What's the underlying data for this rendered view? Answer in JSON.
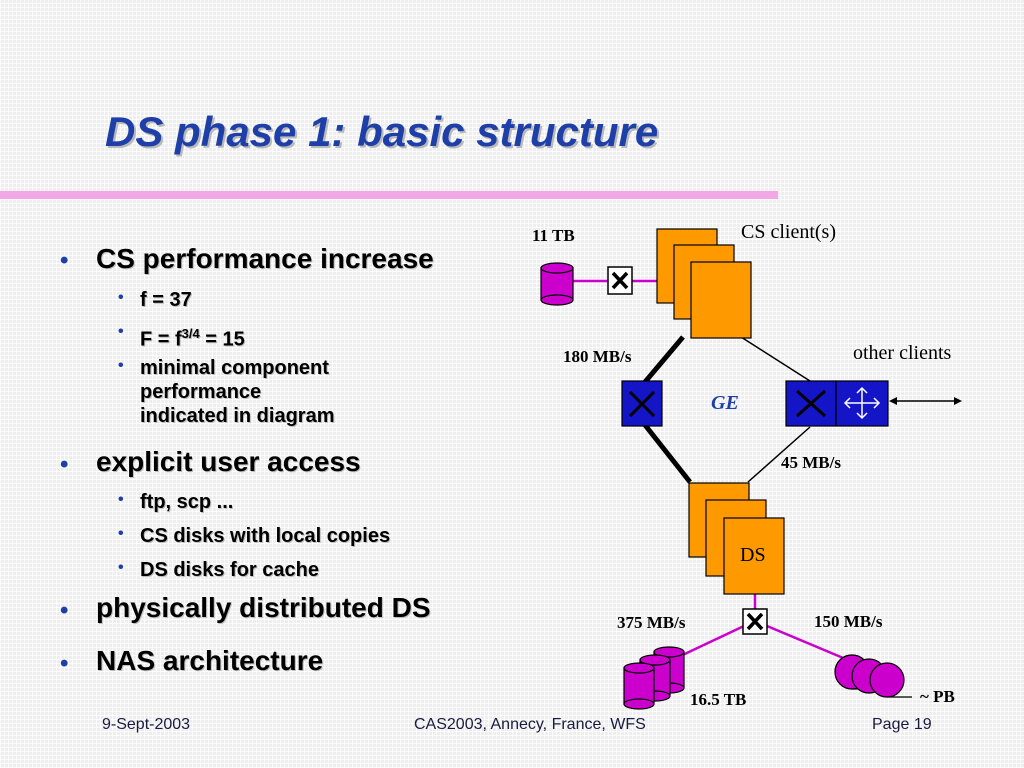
{
  "slide": {
    "title": "DS phase 1:  basic structure",
    "accent_color": "#1f3fa8",
    "rule_color": "#f2a8e6"
  },
  "bullets": [
    {
      "text": "CS performance increase",
      "children": [
        {
          "text": "f = 37"
        },
        {
          "text": "F = f",
          "sup": "3/4",
          "tail": " = 15"
        },
        {
          "text": "minimal component",
          "lines": [
            "performance",
            "indicated in diagram"
          ]
        }
      ]
    },
    {
      "text": "explicit user access",
      "children": [
        {
          "text": "ftp, scp ..."
        },
        {
          "text": "CS disks with local copies"
        },
        {
          "text": "DS disks for cache"
        }
      ]
    },
    {
      "text": "physically distributed DS"
    },
    {
      "text": "NAS architecture"
    }
  ],
  "diagram": {
    "cs_storage_label": "11 TB",
    "cs_clients_label": "CS client(s)",
    "other_clients_label": "other clients",
    "cs_link_rate": "180 MB/s",
    "ge_label": "GE",
    "other_link_rate": "45 MB/s",
    "ds_label": "DS",
    "disk_link_rate": "375 MB/s",
    "tape_link_rate": "150 MB/s",
    "disk_storage_label": "16.5 TB",
    "tape_storage_label": "~ PB",
    "colors": {
      "server": "#ff9900",
      "switch": "#1515c8",
      "storage": "#cc00cc",
      "tape": "#cc00cc"
    }
  },
  "footer": {
    "date": "9-Sept-2003",
    "event": "CAS2003, Annecy, France, WFS",
    "page": "Page 19"
  }
}
